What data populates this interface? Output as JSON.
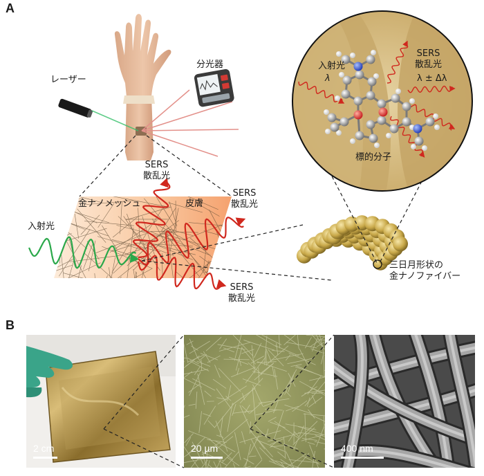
{
  "panel_a": {
    "letter": "A",
    "laser_label": "レーザー",
    "spectrometer_label": "分光器",
    "incident_label": "入射光",
    "mesh_label": "金ナノメッシュ",
    "skin_label": "皮膚",
    "sers_top": "SERS\n散乱光",
    "sers_right": "SERS\n散乱光",
    "sers_bottom": "SERS\n散乱光",
    "inset": {
      "incident_label": "入射光",
      "incident_symbol": "λ",
      "sers_label": "SERS\n散乱光",
      "sers_symbol": "λ ± Δλ",
      "target_label": "標的分子"
    },
    "fiber_label": "三日月形状の\n金ナノファイバー"
  },
  "panel_b": {
    "letter": "B",
    "photos": [
      {
        "scale": "2 cm",
        "kind": "photograph of gold mesh sheet held in gloved hand"
      },
      {
        "scale": "20 µm",
        "kind": "optical micrograph"
      },
      {
        "scale": "400 nm",
        "kind": "electron micrograph"
      }
    ]
  },
  "colors": {
    "wave_green": "#2aa84a",
    "wave_red": "#d0281e",
    "skin_gradient_start": "#fdebd9",
    "skin_gradient_end": "#f5a26f",
    "gold_fiber": "#c9a94a",
    "micrograph_green": "#9aa064",
    "sem_gray": "#8a8a8a"
  }
}
